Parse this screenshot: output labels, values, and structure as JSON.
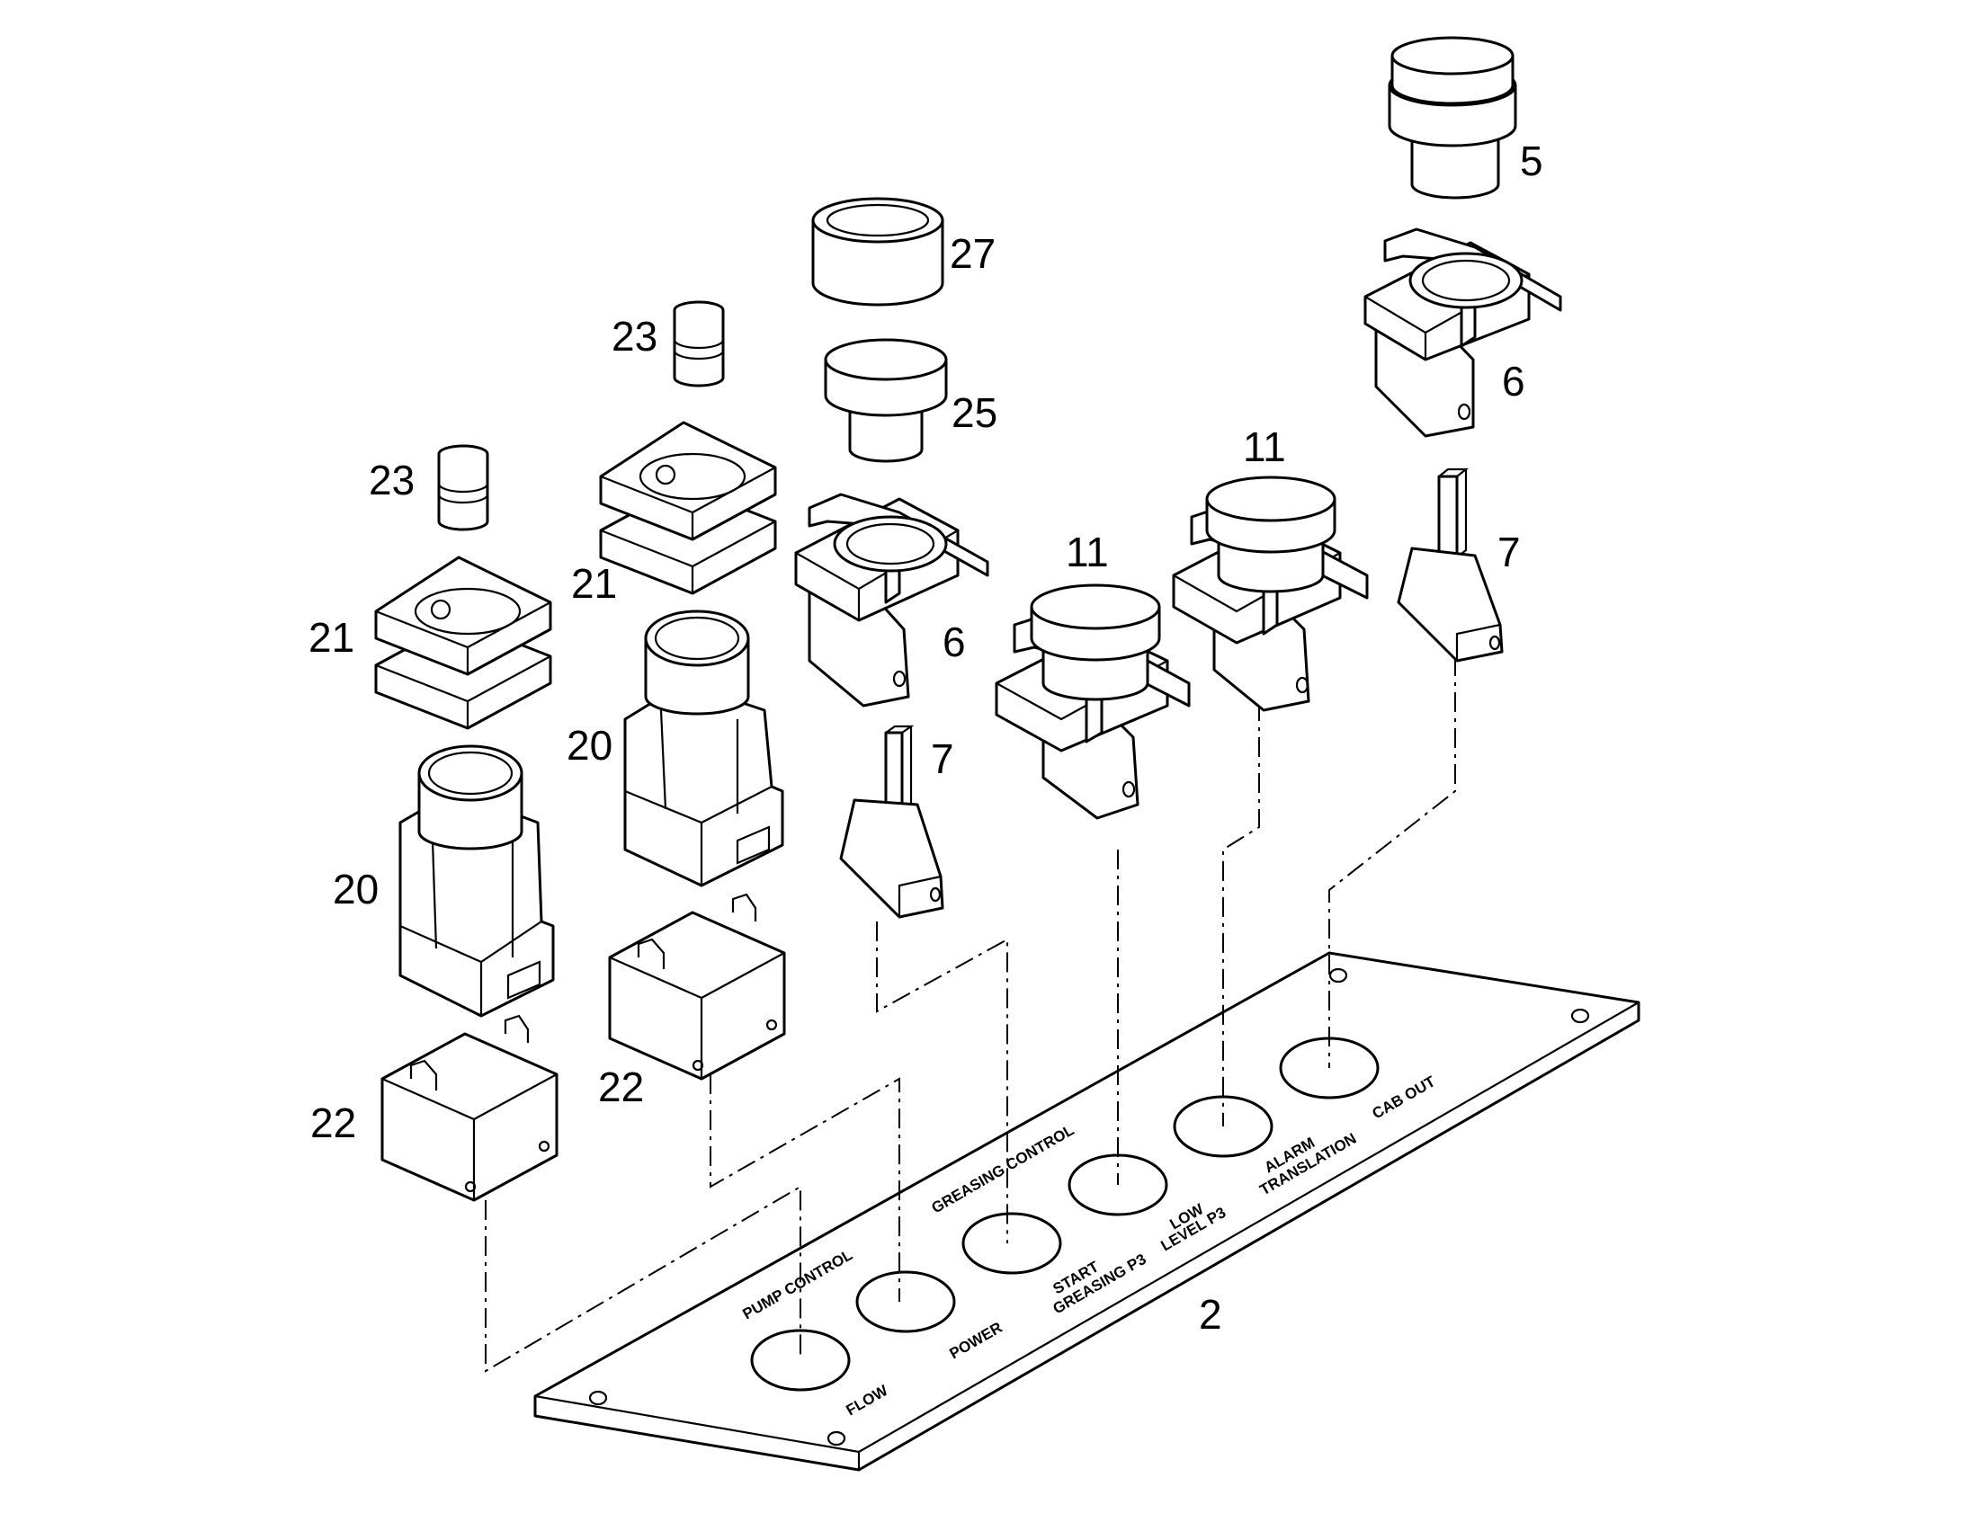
{
  "callouts": {
    "c5": "5",
    "c27": "27",
    "c6a": "6",
    "c6b": "6",
    "c23a": "23",
    "c23b": "23",
    "c25": "25",
    "c21a": "21",
    "c21b": "21",
    "c20a": "20",
    "c20b": "20",
    "c7a": "7",
    "c7b": "7",
    "c11a": "11",
    "c11b": "11",
    "c22a": "22",
    "c22b": "22",
    "c2": "2"
  },
  "plate_labels": {
    "pump_control": "PUMP CONTROL",
    "greasing_control": "GREASING CONTROL",
    "flow": "FLOW",
    "power": "POWER",
    "start_1": "START",
    "start_2": "GREASING P3",
    "low_1": "LOW",
    "low_2": "LEVEL P3",
    "alarm_1": "ALARM",
    "alarm_2": "TRANSLATION",
    "cab_out": "CAB OUT"
  }
}
